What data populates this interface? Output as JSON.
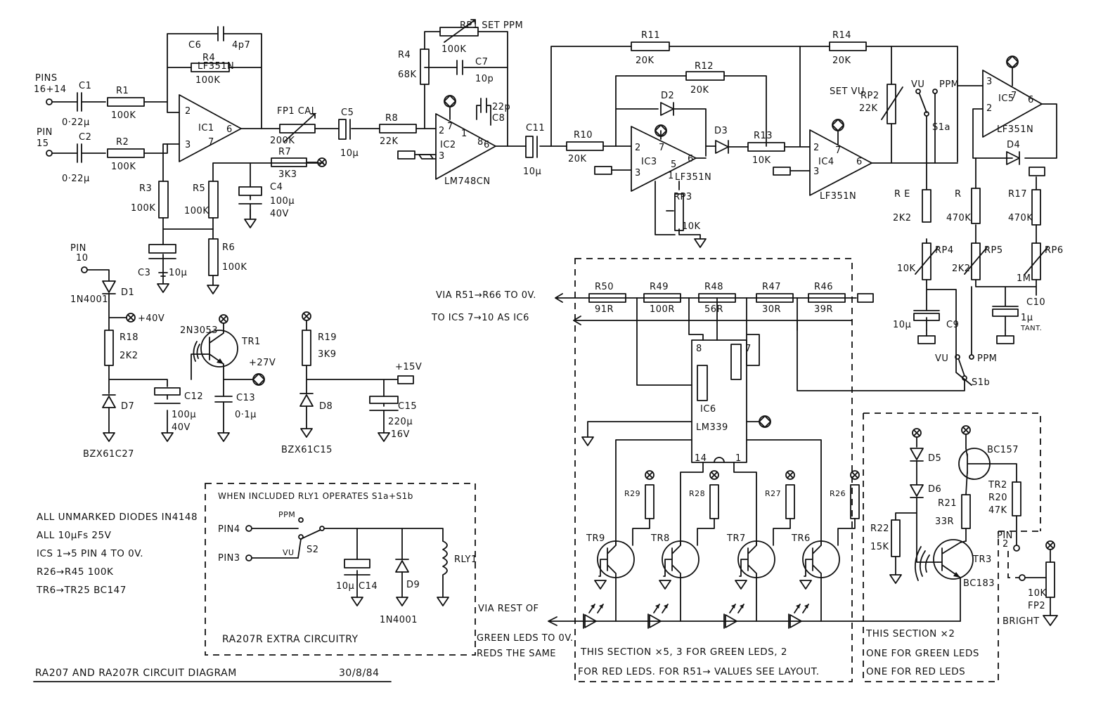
{
  "inputs": {
    "pins_16_14": "PINS\n16+14",
    "pin_15": "PIN\n15",
    "pin_10": "PIN\n10"
  },
  "components": {
    "C1": {
      "ref": "C1",
      "value": "0·22μ"
    },
    "C2": {
      "ref": "C2",
      "value": "0·22μ"
    },
    "R1": {
      "ref": "R1",
      "value": "100K"
    },
    "R2": {
      "ref": "R2",
      "value": "100K"
    },
    "C6": {
      "ref": "C6",
      "value": "4p7"
    },
    "R4a": {
      "ref": "R4",
      "value": "100K"
    },
    "IC1": {
      "ref": "IC1",
      "part": "LF351N",
      "pins": [
        "2",
        "3",
        "6",
        "7"
      ]
    },
    "R3": {
      "ref": "R3",
      "value": "100K"
    },
    "R5": {
      "ref": "R5",
      "value": "100K"
    },
    "C4": {
      "ref": "C4",
      "value": "100μ",
      "volt": "40V"
    },
    "R6": {
      "ref": "R6",
      "value": "100K"
    },
    "C3": {
      "ref": "C3",
      "value": "10μ"
    },
    "FP1": {
      "ref": "FP1 CAL",
      "value": "200K"
    },
    "R7": {
      "ref": "R7",
      "value": "3K3"
    },
    "C5": {
      "ref": "C5",
      "value": "10μ"
    },
    "R8": {
      "ref": "R8",
      "value": "22K"
    },
    "RP1": {
      "ref": "RP1 SET PPM",
      "value": "100K"
    },
    "R4b": {
      "ref": "R4",
      "value": "68K"
    },
    "C7": {
      "ref": "C7",
      "value": "10p"
    },
    "C8": {
      "ref": "C8",
      "value": "22p"
    },
    "IC2": {
      "ref": "IC2",
      "part": "LM748CN",
      "pins": [
        "2",
        "3",
        "7",
        "1",
        "8",
        "6"
      ]
    },
    "C11": {
      "ref": "C11",
      "value": "10μ"
    },
    "R10": {
      "ref": "R10",
      "value": "20K"
    },
    "R11": {
      "ref": "R11",
      "value": "20K"
    },
    "R12": {
      "ref": "R12",
      "value": "20K"
    },
    "D2": {
      "ref": "D2"
    },
    "IC3": {
      "ref": "IC3",
      "part": "LF351N",
      "pins": [
        "2",
        "3",
        "7",
        "6",
        "1",
        "5"
      ]
    },
    "RP3": {
      "ref": "RP3",
      "value": "10K"
    },
    "D3": {
      "ref": "D3"
    },
    "R13": {
      "ref": "R13",
      "value": "10K"
    },
    "R14": {
      "ref": "R14",
      "value": "20K"
    },
    "IC4": {
      "ref": "IC4",
      "part": "LF351N",
      "pins": [
        "2",
        "3",
        "7",
        "6"
      ]
    },
    "RP2": {
      "ref": "RP2",
      "value": "22K",
      "label": "SET VU"
    },
    "S1a": {
      "ref": "S1a",
      "vu": "VU",
      "ppm": "PPM"
    },
    "IC5": {
      "ref": "IC5",
      "part": "LF351N",
      "pins": [
        "3",
        "2",
        "6"
      ]
    },
    "D4": {
      "ref": "D4"
    },
    "R_E": {
      "ref": "R E",
      "value": "2K2"
    },
    "R_x": {
      "ref": "R",
      "value": "470K"
    },
    "R17": {
      "ref": "R17",
      "value": "470K"
    },
    "RP4": {
      "ref": "RP4",
      "value": "10K"
    },
    "RP5": {
      "ref": "RP5",
      "value": "2K2"
    },
    "RP6": {
      "ref": "RP6",
      "value": "1M"
    },
    "C9": {
      "ref": "C9",
      "value": "10μ"
    },
    "C10": {
      "ref": "C10",
      "value": "1μ",
      "note": "TANT."
    },
    "S1b": {
      "ref": "S1b",
      "vu": "VU",
      "ppm": "PPM"
    },
    "D1": {
      "ref": "D1",
      "part": "1N4001"
    },
    "R18": {
      "ref": "R18",
      "value": "2K2"
    },
    "plus40": "+40V",
    "TR1": {
      "ref": "TR1",
      "part": "2N3053"
    },
    "plus27": "+27V",
    "C12": {
      "ref": "C12",
      "value": "100μ",
      "volt": "40V"
    },
    "C13": {
      "ref": "C13",
      "value": "0·1μ"
    },
    "D7": {
      "ref": "D7",
      "part": "BZX61C27"
    },
    "R19": {
      "ref": "R19",
      "value": "3K9"
    },
    "plus15": "+15V",
    "D8": {
      "ref": "D8",
      "part": "BZX61C15"
    },
    "C15": {
      "ref": "C15",
      "value": "220μ",
      "volt": "16V"
    },
    "ladder": [
      {
        "ref": "R50",
        "value": "91R"
      },
      {
        "ref": "R49",
        "value": "100R"
      },
      {
        "ref": "R48",
        "value": "56R"
      },
      {
        "ref": "R47",
        "value": "30R"
      },
      {
        "ref": "R46",
        "value": "39R"
      }
    ],
    "IC6": {
      "ref": "IC6",
      "part": "LM339",
      "pins": [
        "8",
        "7",
        "14",
        "1"
      ]
    },
    "leds": [
      {
        "tr": "TR9",
        "r": "R29"
      },
      {
        "tr": "TR8",
        "r": "R28"
      },
      {
        "tr": "TR7",
        "r": "R27"
      },
      {
        "tr": "TR6",
        "r": "R26"
      }
    ],
    "D5": {
      "ref": "D5"
    },
    "D6": {
      "ref": "D6"
    },
    "BC157": {
      "part": "BC157"
    },
    "TR2": {
      "ref": "TR2"
    },
    "R20": {
      "ref": "R20",
      "value": "47K"
    },
    "R21": {
      "ref": "R21",
      "value": "33R"
    },
    "R22": {
      "ref": "R22",
      "value": "15K"
    },
    "TR3": {
      "ref": "TR3",
      "part": "BC183"
    },
    "pin2": "PIN\n2",
    "FP2": {
      "ref": "FP2",
      "value": "10K",
      "label": "BRIGHT"
    },
    "RLY": {
      "pin4": "PIN4",
      "pin3": "PIN3",
      "ppm": "PPM",
      "vu": "VU",
      "s2": "S2",
      "c14": "C14",
      "c14v": "10μ",
      "d9": "D9",
      "d9p": "1N4001",
      "rly": "RLY1"
    }
  },
  "texts": {
    "via_r51": "VIA R51→R66 TO 0V.",
    "to_ics": "TO ICS 7→10 AS IC6",
    "via_rest1": "VIA REST OF",
    "via_rest2": "GREEN LEDS TO 0V.",
    "via_rest3": "REDS THE SAME",
    "sec5_1": "THIS SECTION ×5, 3 FOR GREEN LEDS, 2",
    "sec5_2": "FOR RED LEDS. FOR R51→ VALUES SEE LAYOUT.",
    "sec2_1": "THIS SECTION ×2",
    "sec2_2": "ONE FOR GREEN LEDS",
    "sec2_3": "ONE FOR RED LEDS",
    "rly_title": "WHEN INCLUDED RLY1 OPERATES S1a+S1b",
    "rly_caption": "RA207R  EXTRA CIRCUITRY",
    "notes": [
      "ALL UNMARKED DIODES IN4148",
      "ALL 10μFs  25V",
      "ICS 1→5  PIN 4 TO 0V.",
      "R26→R45  100K",
      "TR6→TR25  BC147"
    ],
    "title": "RA207 AND RA207R CIRCUIT DIAGRAM",
    "date": "30/8/84"
  }
}
